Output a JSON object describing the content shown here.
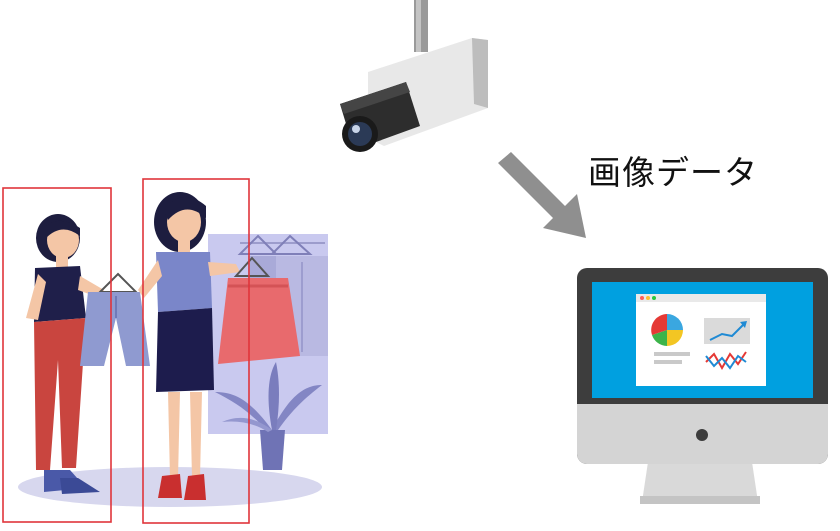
{
  "diagram": {
    "caption": "画像データ",
    "nodes": [
      {
        "id": "camera",
        "icon": "security-camera-icon"
      },
      {
        "id": "shoppers",
        "icon": "shoppers-scene"
      },
      {
        "id": "monitor",
        "icon": "computer-monitor-icon"
      }
    ],
    "edges": [
      {
        "from": "camera",
        "to": "monitor",
        "label_ref": "caption"
      }
    ],
    "detection_boxes": [
      {
        "target": "shopper-1"
      },
      {
        "target": "shopper-2"
      }
    ]
  },
  "colors": {
    "detection_box": "#e0353b",
    "arrow": "#8f8f8f",
    "screen": "#00a0e0",
    "monitor_frame": "#3d3d3d",
    "monitor_bezel": "#d4d4d4",
    "backdrop": "#c9c9ef",
    "floor": "#d7d7ee",
    "shirt_navy": "#1f1f4a",
    "pants_red": "#c9453f",
    "blouse": "#7a86c9",
    "skirt_navy": "#1d1c4d",
    "skirt_red": "#e86a6d"
  }
}
